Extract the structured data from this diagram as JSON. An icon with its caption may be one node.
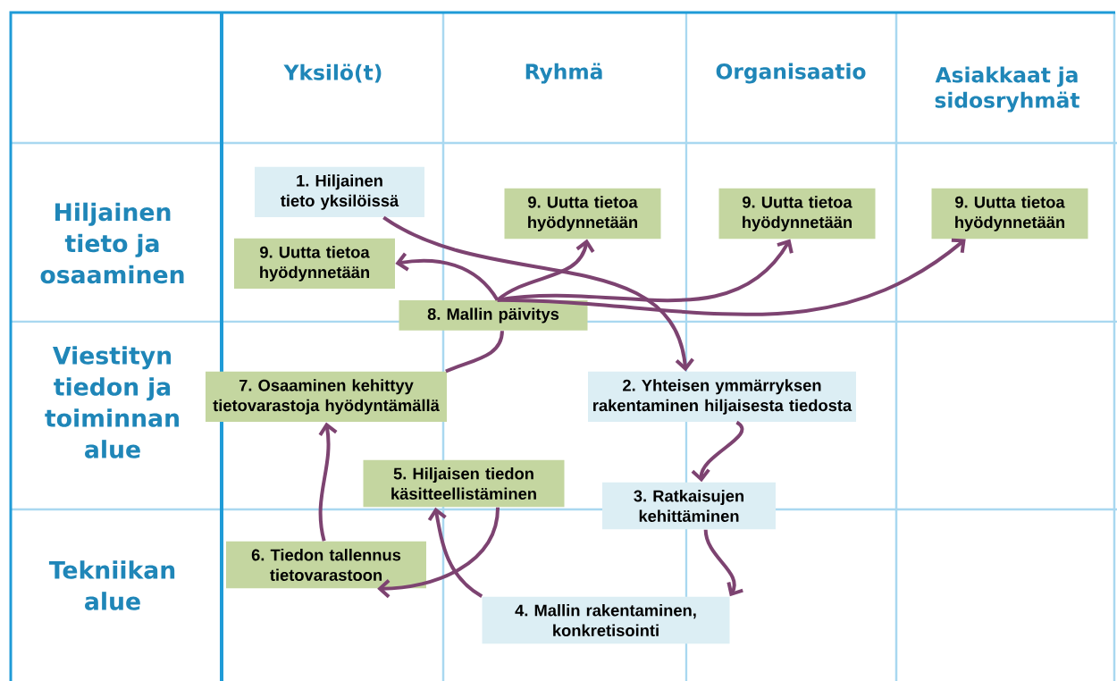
{
  "diagram": {
    "nodes": [
      {
        "text": [
          "1. Hiljainen tieto yksilöissä"
        ]
      },
      {
        "text": [
          "9. Uutta tietoa hyödynnetään"
        ]
      },
      {
        "text": [
          "9. Uutta tietoa hyödynnetään"
        ]
      },
      {
        "text": [
          "9. Uutta tietoa hyödynnetään"
        ]
      },
      {
        "text": [
          "9. Uutta tietoa hyödynnetään"
        ]
      },
      {
        "text": [
          "8. Mallin päivitys"
        ]
      },
      {
        "text": [
          "7. Osaaminen kehittyy tietovarastoja hyödyntämällä"
        ]
      },
      {
        "text": [
          "2. Yhteisen ymmärryksen rakentaminen hiljaisesta tiedosta"
        ]
      },
      {
        "text": [
          "5. Hiljaisen tiedon käsitteellistäminen"
        ]
      },
      {
        "text": [
          "3. Ratkaisujen kehittäminen"
        ]
      },
      {
        "text": [
          "6. Tiedon tallennus tietovarastoon"
        ]
      },
      {
        "text": [
          "4. Mallin rakentaminen, konkretisointi"
        ]
      }
    ],
    "edges": [
      {
        "from": 0,
        "to": 7,
        "arrow": "to"
      },
      {
        "from": 7,
        "to": 9,
        "arrow": "to"
      },
      {
        "from": 9,
        "to": 11,
        "arrow": "to"
      },
      {
        "from": 11,
        "to": 8,
        "arrow": "to"
      },
      {
        "from": 8,
        "to": 10,
        "arrow": "to"
      },
      {
        "from": 10,
        "to": 6,
        "arrow": "to"
      },
      {
        "from": 6,
        "to": 5,
        "arrow": "none"
      },
      {
        "from": 5,
        "to": 4,
        "arrow": "to"
      },
      {
        "from": 5,
        "to": 1,
        "arrow": "to"
      },
      {
        "from": 5,
        "to": 2,
        "arrow": "to"
      },
      {
        "from": 5,
        "to": 3,
        "arrow": "to"
      }
    ],
    "labels": [
      "Yksilö(t)",
      "Ryhmä",
      "Organisaatio",
      "Asiakkaat ja sidosryhmät",
      "Hiljainen tieto ja osaaminen",
      "Viestityn tiedon ja toiminnan alue",
      "Tekniikan alue"
    ]
  }
}
